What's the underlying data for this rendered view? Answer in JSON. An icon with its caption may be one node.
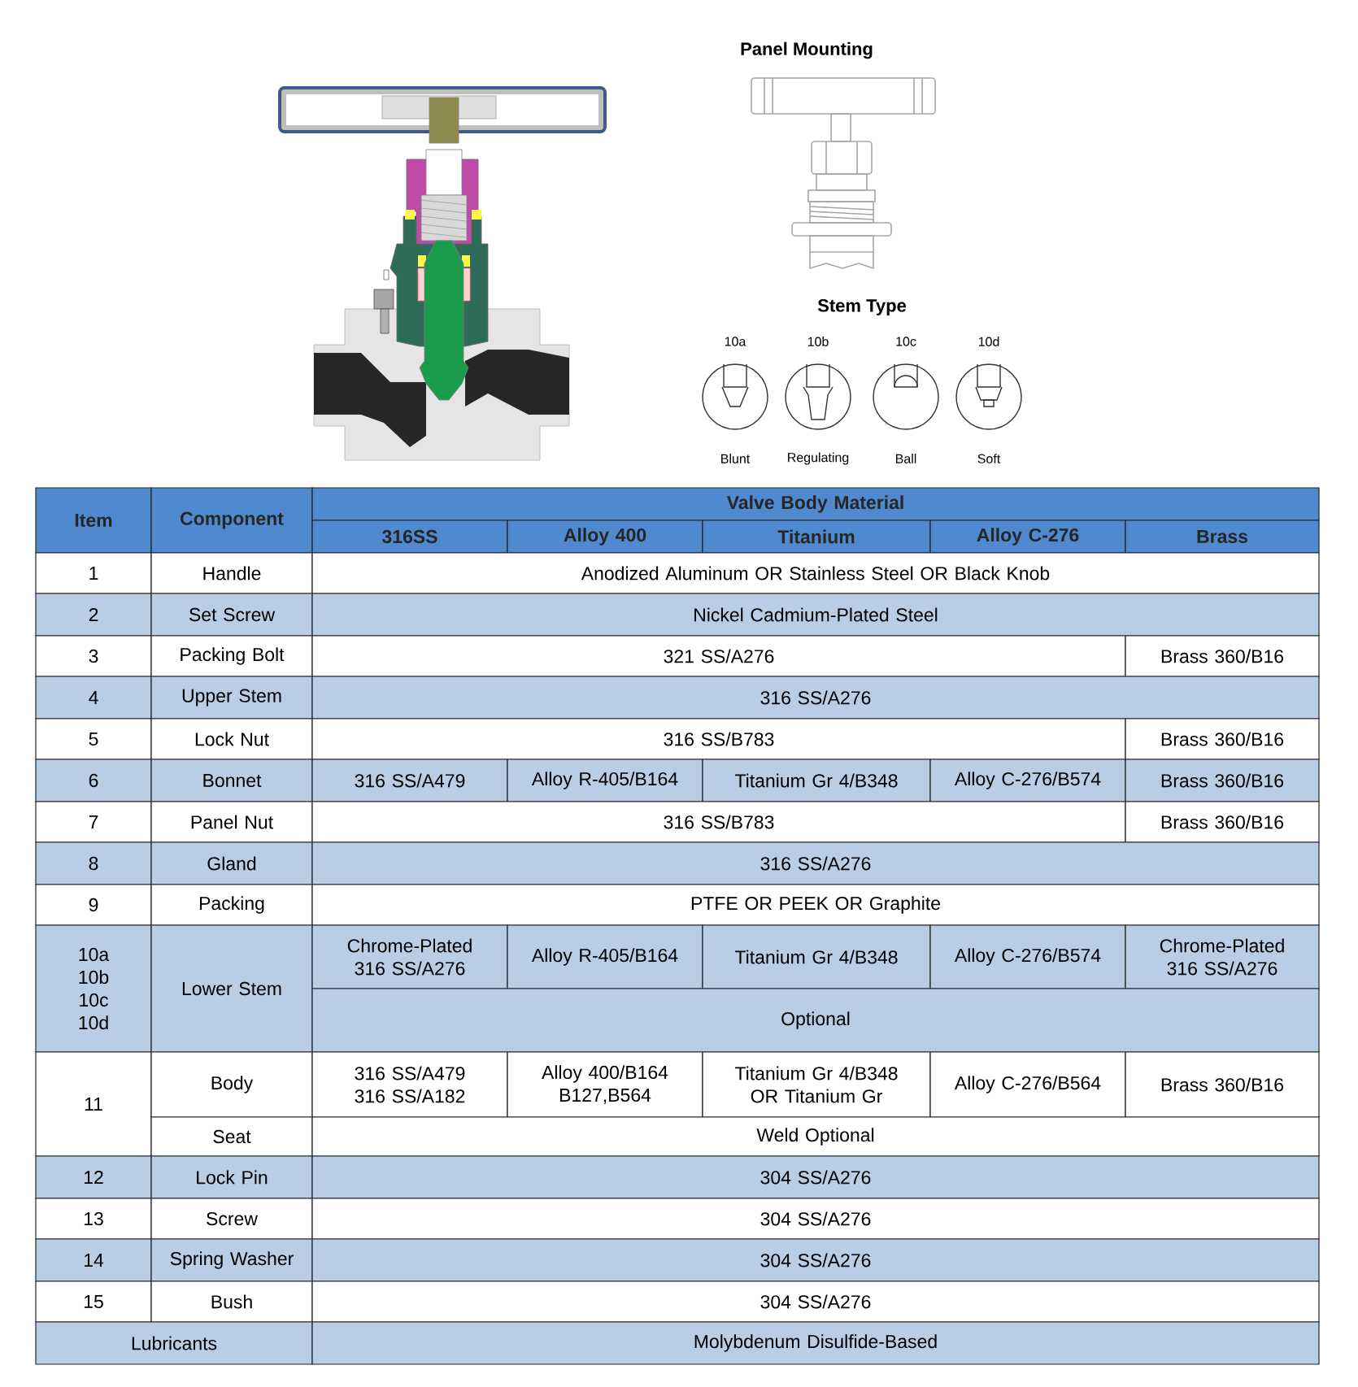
{
  "diagram": {
    "labels": [
      "Panel Mounting",
      "Stem Type",
      "10a",
      "10b",
      "10c",
      "10d",
      "Blunt",
      "Regulating",
      "Ball",
      "Soft",
      "Item",
      "Component",
      "Valve Body Material",
      "316SS",
      "Alloy 400",
      "Titanium",
      "Alloy C-276",
      "Brass",
      "1",
      "Handle",
      "Anodized Aluminum OR Stainless Steel OR Black Knob",
      "2",
      "Set Screw",
      "Nickel Cadmium-Plated Steel",
      "3",
      "Packing Bolt",
      "321 SS/A276",
      "Brass 360/B16",
      "4",
      "Upper Stem",
      "316 SS/A276",
      "5",
      "Lock Nut",
      "316 SS/B783",
      "Brass 360/B16",
      "6",
      "Bonnet",
      "316 SS/A479",
      "Alloy R-405/B164",
      "Titanium Gr 4/B348",
      "Alloy C-276/B574",
      "Brass 360/B16",
      "7",
      "Panel Nut",
      "316 SS/B783",
      "Brass 360/B16",
      "8",
      "Gland",
      "316 SS/A276",
      "9",
      "Packing",
      "PTFE OR PEEK OR Graphite",
      "10a 10b 10c 10d",
      "Lower Stem",
      "Chrome-Plated 316 SS/A276",
      "Alloy R-405/B164",
      "Titanium Gr 4/B348",
      "Alloy C-276/B574",
      "Chrome-Plated 316 SS/A276",
      "Optional",
      "11",
      "Body",
      "316 SS/A479 316 SS/A182",
      "Alloy 400/B164 B127,B564",
      "Titanium Gr 4/B348 OR Titanium Gr",
      "Alloy C-276/B564",
      "Brass 360/B16",
      "Seat",
      "Weld Optional",
      "12",
      "Lock Pin",
      "304 SS/A276",
      "13",
      "Screw",
      "304 SS/A276",
      "14",
      "Spring Washer",
      "304 SS/A276",
      "15",
      "Bush",
      "304 SS/A276",
      "Lubricants",
      "Molybdenum Disulfide-Based"
    ]
  }
}
